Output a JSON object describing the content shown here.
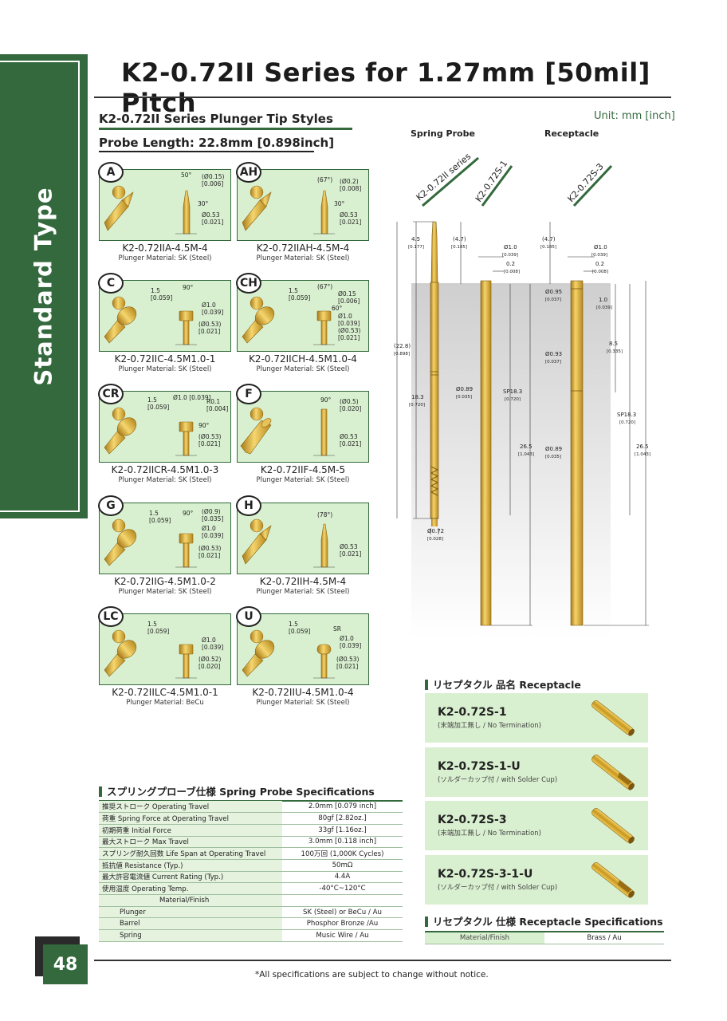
{
  "page": {
    "title": "K2-0.72II Series for 1.27mm [50mil] Pitch",
    "side_label": "Standard Type",
    "page_number": "48",
    "note": "*All specifications are subject to change without notice.",
    "unit": "Unit: mm [inch]"
  },
  "tips_section": {
    "heading": "K2-0.72II Series Plunger Tip Styles",
    "probe_length": "Probe Length: 22.8mm [0.898inch]"
  },
  "tips": [
    {
      "code": "A",
      "name": "K2-0.72IIA-4.5M-4",
      "material": "Plunger Material:  SK (Steel)",
      "dims": [
        "50°",
        "(Ø0.15)\n[0.006]",
        "30°",
        "Ø0.53\n[0.021]"
      ]
    },
    {
      "code": "AH",
      "name": "K2-0.72IIAH-4.5M-4",
      "material": "Plunger Material:  SK (Steel)",
      "dims": [
        "(67°)",
        "(Ø0.2)\n[0.008]",
        "30°",
        "Ø0.53\n[0.021]"
      ]
    },
    {
      "code": "C",
      "name": "K2-0.72IIC-4.5M1.0-1",
      "material": "Plunger Material:  SK (Steel)",
      "dims": [
        "1.5\n[0.059]",
        "90°",
        "Ø1.0\n[0.039]",
        "(Ø0.53)\n[0.021]"
      ]
    },
    {
      "code": "CH",
      "name": "K2-0.72IICH-4.5M1.0-4",
      "material": "Plunger Material:  SK (Steel)",
      "dims": [
        "1.5\n[0.059]",
        "(67°)",
        "Ø0.15\n[0.006]",
        "60°",
        "Ø1.0\n[0.039]",
        "(Ø0.53)\n[0.021]"
      ]
    },
    {
      "code": "CR",
      "name": "K2-0.72IICR-4.5M1.0-3",
      "material": "Plunger Material:  SK (Steel)",
      "dims": [
        "1.5\n[0.059]",
        "Ø1.0 [0.039]",
        "R0.1\n[0.004]",
        "90°",
        "(Ø0.53)\n[0.021]"
      ]
    },
    {
      "code": "F",
      "name": "K2-0.72IIF-4.5M-5",
      "material": "Plunger Material:  SK (Steel)",
      "dims": [
        "90°",
        "(Ø0.5)\n[0.020]",
        "Ø0.53\n[0.021]"
      ]
    },
    {
      "code": "G",
      "name": "K2-0.72IIG-4.5M1.0-2",
      "material": "Plunger Material:  SK (Steel)",
      "dims": [
        "1.5\n[0.059]",
        "90°",
        "(Ø0.9)\n[0.035]",
        "Ø1.0\n[0.039]",
        "(Ø0.53)\n[0.021]"
      ]
    },
    {
      "code": "H",
      "name": "K2-0.72IIH-4.5M-4",
      "material": "Plunger Material:  SK (Steel)",
      "dims": [
        "(78°)",
        "Ø0.53\n[0.021]"
      ]
    },
    {
      "code": "LC",
      "name": "K2-0.72IILC-4.5M1.0-1",
      "material": "Plunger Material:  BeCu",
      "dims": [
        "1.5\n[0.059]",
        "Ø1.0\n[0.039]",
        "(Ø0.52)\n[0.020]"
      ]
    },
    {
      "code": "U",
      "name": "K2-0.72IIU-4.5M1.0-4",
      "material": "Plunger Material:  SK (Steel)",
      "dims": [
        "1.5\n[0.059]",
        "SR",
        "Ø1.0\n[0.039]",
        "(Ø0.53)\n[0.021]"
      ]
    }
  ],
  "drawing": {
    "spring_probe_label": "Spring Probe",
    "receptacle_label": "Receptacle",
    "banners": [
      "K2-0.72II series",
      "K2-0.72S-1",
      "K2-0.72S-3"
    ],
    "dims": {
      "d45": "4.5",
      "d45i": "[0.177]",
      "d228": "(22.8)",
      "d228i": "[0.898]",
      "d183": "18.3",
      "d183i": "[0.720]",
      "d072": "Ø0.72",
      "d072i": "[0.028]",
      "d47a": "(4.7)",
      "d47ai": "[0.185]",
      "d10a": "Ø1.0",
      "d10ai": "[0.039]",
      "d02a": "0.2",
      "d02ai": "[0.008]",
      "d089a": "Ø0.89",
      "d089ai": "[0.035]",
      "sp183a": "SP18.3",
      "sp183ai": "[0.720]",
      "d265a": "26.5",
      "d265ai": "[1.043]",
      "d47b": "(4.7)",
      "d47bi": "[0.185]",
      "d10b": "Ø1.0",
      "d10bi": "[0.039]",
      "d02b": "0.2",
      "d02bi": "[0.008]",
      "d095": "Ø0.95",
      "d095i": "[0.037]",
      "d1": "1.0",
      "d1i": "[0.039]",
      "d85": "8.5",
      "d85i": "[0.335]",
      "d093": "Ø0.93",
      "d093i": "[0.037]",
      "sp183b": "SP18.3",
      "sp183bi": "[0.720]",
      "d089b": "Ø0.89",
      "d089bi": "[0.035]",
      "d265b": "26.5",
      "d265bi": "[1.043]"
    }
  },
  "receptacles": {
    "heading": "リセプタクル 品名 Receptacle",
    "items": [
      {
        "name": "K2-0.72S-1",
        "desc": "(末端加工無し / No Termination)"
      },
      {
        "name": "K2-0.72S-1-U",
        "desc": "(ソルダーカップ付 / with Solder Cup)"
      },
      {
        "name": "K2-0.72S-3",
        "desc": "(末端加工無し / No Termination)"
      },
      {
        "name": "K2-0.72S-3-1-U",
        "desc": "(ソルダーカップ付 / with Solder Cup)"
      }
    ]
  },
  "spring_specs": {
    "heading": "スプリングプローブ仕様  Spring Probe Specifications",
    "rows": [
      {
        "label": "推奨ストローク Operating Travel",
        "value": "2.0mm [0.079 inch]"
      },
      {
        "label": "荷重 Spring Force at Operating Travel",
        "value": "80gf [2.82oz.]"
      },
      {
        "label": "初期荷重  Initial Force",
        "value": "33gf [1.16oz.]"
      },
      {
        "label": "最大ストローク  Max Travel",
        "value": "3.0mm [0.118 inch]"
      },
      {
        "label": "スプリング耐久回数 Life Span at Operating Travel",
        "value": "100万回 (1,000K Cycles)"
      },
      {
        "label": "抵抗値  Resistance (Typ.)",
        "value": "50mΩ"
      },
      {
        "label": "最大許容電流値  Current Rating (Typ.)",
        "value": "4.4A"
      },
      {
        "label": "使用温度  Operating Temp.",
        "value": "-40°C~120°C"
      }
    ],
    "material_header": "Material/Finish",
    "materials": [
      {
        "label": "Plunger",
        "value": "SK (Steel) or BeCu / Au"
      },
      {
        "label": "Barrel",
        "value": "Phosphor Bronze /Au"
      },
      {
        "label": "Spring",
        "value": "Music Wire / Au"
      }
    ]
  },
  "receptacle_specs": {
    "heading": "リセプタクル 仕様  Receptacle Specifications",
    "label": "Material/Finish",
    "value": "Brass / Au"
  },
  "colors": {
    "green": "#33693c",
    "light_green": "#d9f0d0",
    "gold": "#d4a82e"
  }
}
